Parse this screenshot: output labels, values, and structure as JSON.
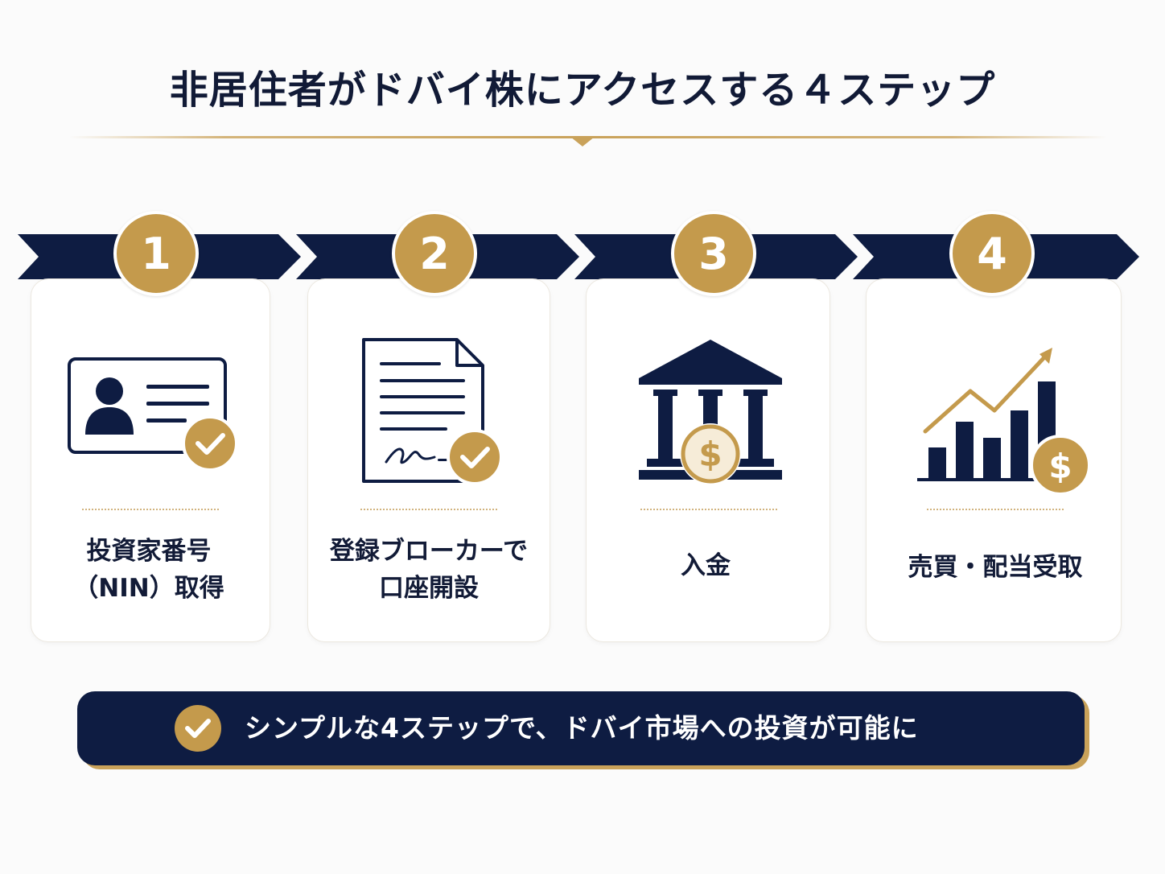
{
  "title": "非居住者がドバイ株にアクセスする４ステップ",
  "colors": {
    "navy": "#0e1c42",
    "gold": "#c49a4c",
    "card_bg": "#ffffff",
    "page_bg": "#fbfbfb"
  },
  "steps": [
    {
      "number": "1",
      "label_line1": "投資家番号",
      "label_line2": "（NIN）取得",
      "icon": "id-card-check-icon"
    },
    {
      "number": "2",
      "label_line1": "登録ブローカーで",
      "label_line2": "口座開設",
      "icon": "signed-document-check-icon"
    },
    {
      "number": "3",
      "label_line1": "入金",
      "label_line2": "",
      "icon": "bank-dollar-icon"
    },
    {
      "number": "4",
      "label_line1": "売買・配当受取",
      "label_line2": "",
      "icon": "growth-chart-dollar-icon"
    }
  ],
  "footer": {
    "text": "シンプルな4ステップで、ドバイ市場への投資が可能に",
    "icon": "check-circle-icon"
  }
}
